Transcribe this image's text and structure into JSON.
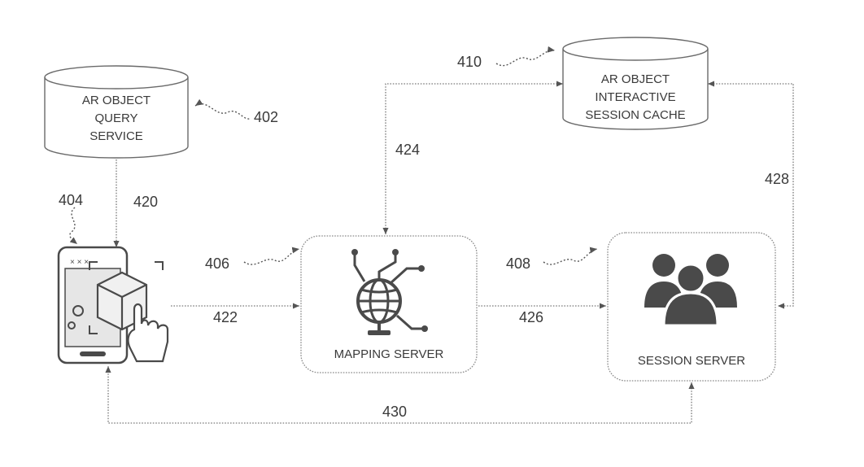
{
  "nodes": {
    "query_service": {
      "lines": [
        "AR OBJECT",
        "QUERY",
        "SERVICE"
      ],
      "ref": "402"
    },
    "client_device": {
      "ref": "404"
    },
    "mapping_server": {
      "label": "MAPPING SERVER",
      "ref": "406"
    },
    "session_server": {
      "label": "SESSION SERVER",
      "ref": "408"
    },
    "session_cache": {
      "lines": [
        "AR OBJECT",
        "INTERACTIVE",
        "SESSION CACHE"
      ],
      "ref": "410"
    }
  },
  "edges": {
    "query_to_device": "420",
    "device_to_mapping": "422",
    "mapping_to_cache": "424",
    "mapping_to_session": "426",
    "cache_to_session": "428",
    "session_to_device": "430"
  }
}
